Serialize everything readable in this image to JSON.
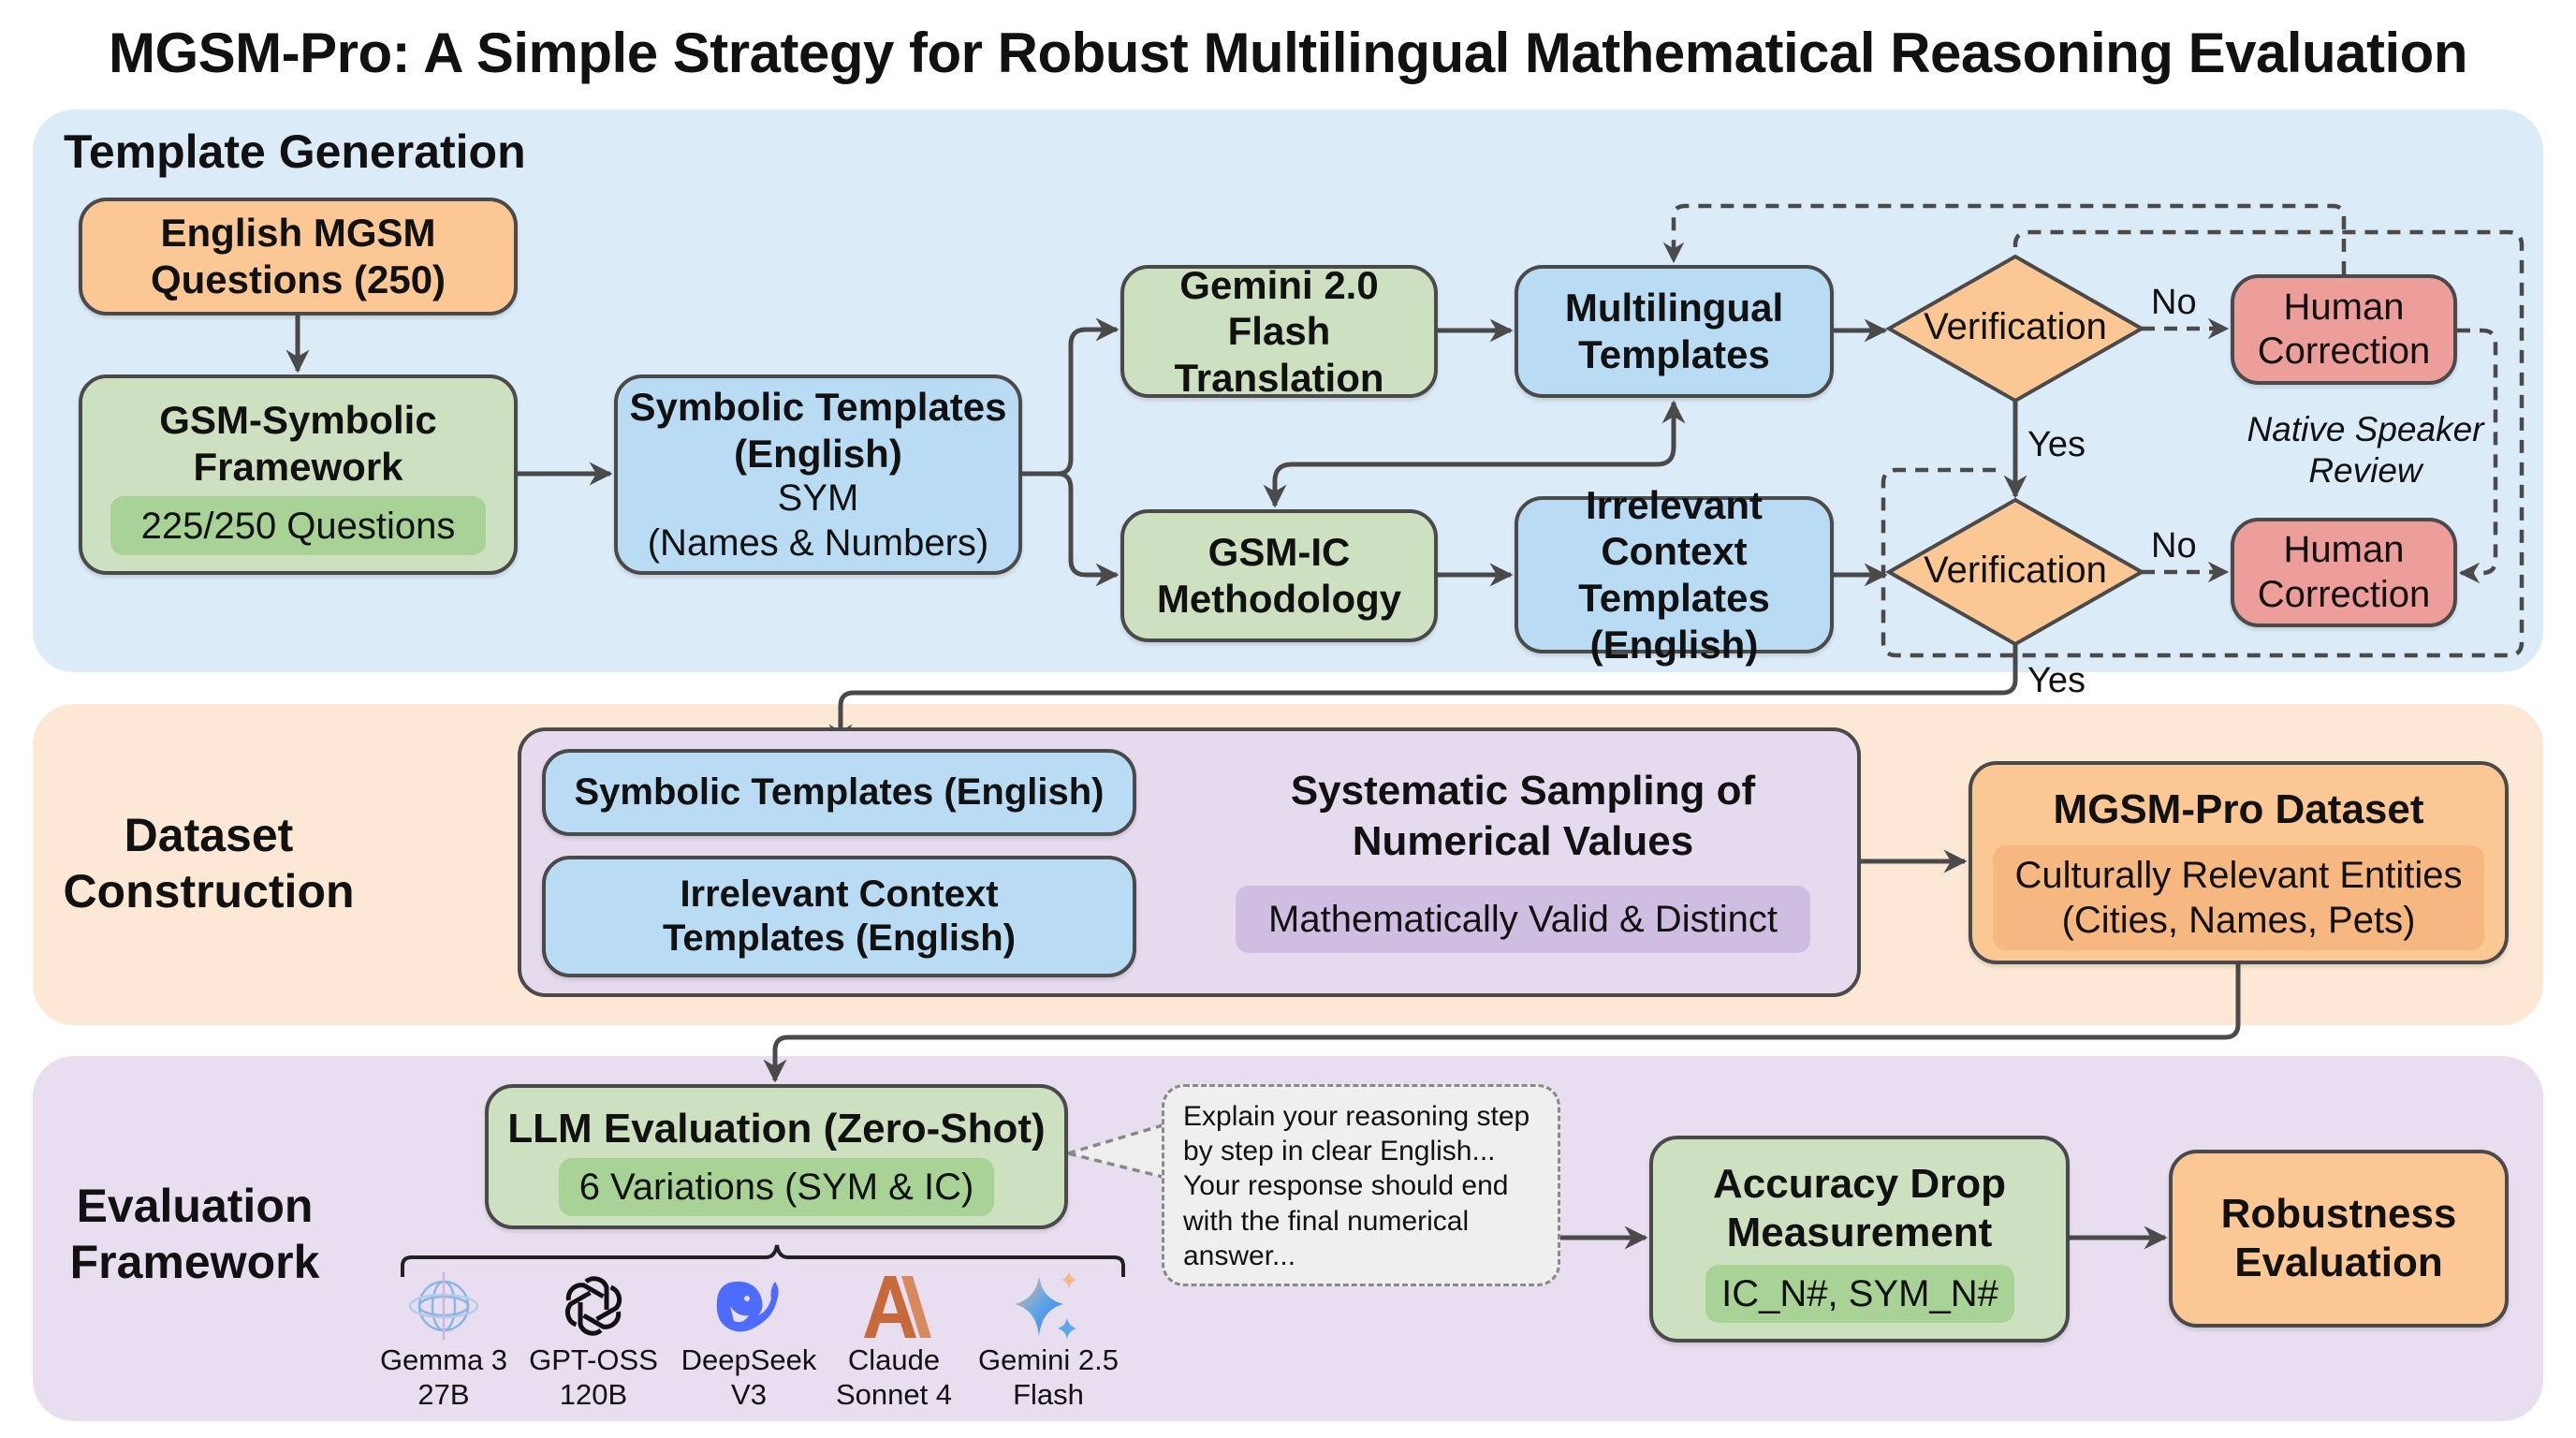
{
  "title": "MGSM-Pro: A Simple Strategy for Robust Multilingual Mathematical Reasoning Evaluation",
  "sections": {
    "template_generation": {
      "label": "Template Generation",
      "english_mgsm": {
        "line1": "English MGSM",
        "line2": "Questions (250)"
      },
      "gsm_symbolic": {
        "line1": "GSM-Symbolic",
        "line2": "Framework",
        "pill": "225/250 Questions"
      },
      "symbolic_templates": {
        "line1": "Symbolic Templates",
        "line2": "(English)",
        "line3": "SYM",
        "line4": "(Names & Numbers)"
      },
      "gemini_translation": {
        "line1": "Gemini 2.0 Flash",
        "line2": "Translation"
      },
      "multilingual_templates": {
        "line1": "Multilingual",
        "line2": "Templates"
      },
      "gsm_ic": {
        "line1": "GSM-IC",
        "line2": "Methodology"
      },
      "irrelevant_context": {
        "line1": "Irrelevant Context",
        "line2": "Templates",
        "line3": "(English)"
      },
      "verification_1": "Verification",
      "verification_2": "Verification",
      "human_correction_1": {
        "line1": "Human",
        "line2": "Correction"
      },
      "human_correction_2": {
        "line1": "Human",
        "line2": "Correction"
      },
      "native_review": {
        "line1": "Native Speaker",
        "line2": "Review"
      },
      "edge_labels": {
        "no_1": "No",
        "no_2": "No",
        "yes_1": "Yes",
        "yes_2": "Yes"
      }
    },
    "dataset_construction": {
      "label_line1": "Dataset",
      "label_line2": "Construction",
      "symbolic_templates": "Symbolic Templates (English)",
      "irrelevant_context": {
        "line1": "Irrelevant Context",
        "line2": "Templates (English)"
      },
      "sampling": {
        "line1": "Systematic Sampling of",
        "line2": "Numerical Values",
        "pill": "Mathematically Valid & Distinct"
      },
      "mgsm_pro": {
        "title": "MGSM-Pro Dataset",
        "pill_line1": "Culturally Relevant Entities",
        "pill_line2": "(Cities, Names, Pets)"
      }
    },
    "evaluation_framework": {
      "label_line1": "Evaluation",
      "label_line2": "Framework",
      "llm_eval": {
        "title": "LLM Evaluation (Zero-Shot)",
        "pill": "6 Variations (SYM & IC)"
      },
      "prompt_bubble": [
        "Explain your reasoning step",
        "by step in clear English...",
        "Your response should end",
        "with the final numerical",
        "answer..."
      ],
      "accuracy_drop": {
        "line1": "Accuracy Drop",
        "line2": "Measurement",
        "pill": "IC_N#, SYM_N#"
      },
      "robustness": {
        "line1": "Robustness",
        "line2": "Evaluation"
      },
      "models": [
        {
          "icon": "gemma-icon",
          "line1": "Gemma 3",
          "line2": "27B"
        },
        {
          "icon": "openai-icon",
          "line1": "GPT-OSS",
          "line2": "120B"
        },
        {
          "icon": "deepseek-whale-icon",
          "line1": "DeepSeek",
          "line2": "V3"
        },
        {
          "icon": "anthropic-icon",
          "line1": "Claude",
          "line2": "Sonnet 4"
        },
        {
          "icon": "gemini-sparkle-icon",
          "line1": "Gemini 2.5",
          "line2": "Flash"
        }
      ]
    }
  },
  "colors": {
    "template_bg": "#dcebf8",
    "dataset_bg": "#fde8d6",
    "evaluation_bg": "#e9def0",
    "orange_box": "#fbc795",
    "green_box": "#cde0c0",
    "blue_box": "#b9dcf4",
    "red_box": "#ee9e9a",
    "lavender_box": "#e6dbee",
    "arrow": "#4a4a4a"
  }
}
